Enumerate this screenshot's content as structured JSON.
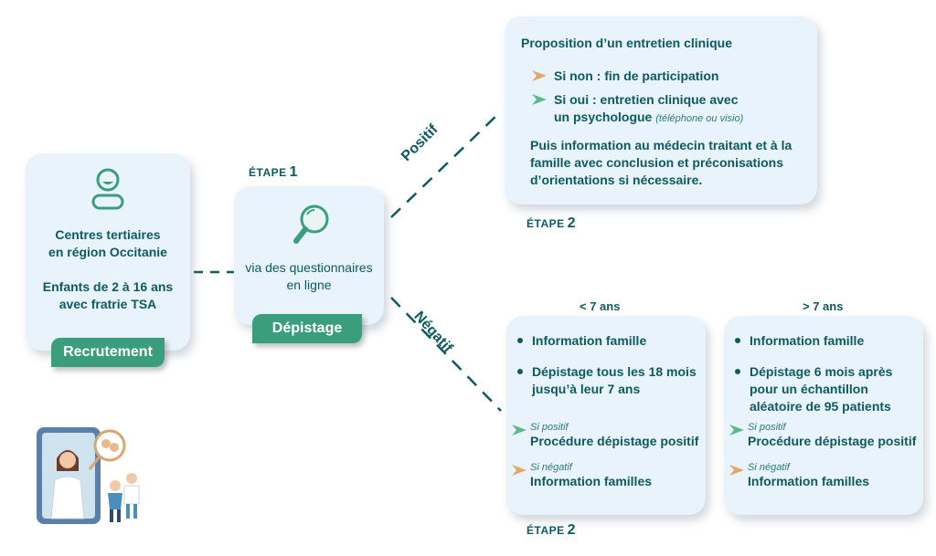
{
  "recruitment": {
    "line1": "Centres tertiaires",
    "line2": "en région Occitanie",
    "line3": "Enfants de 2 à 16 ans",
    "line4": "avec fratrie TSA",
    "tag": "Recrutement"
  },
  "screening": {
    "etape_word": "ÉTAPE",
    "etape_num": "1",
    "line1": "via des questionnaires",
    "line2": "en ligne",
    "tag": "Dépistage"
  },
  "branches": {
    "positive": "Positif",
    "negative": "Négatif"
  },
  "positive_box": {
    "title": "Proposition d’un entretien clinique",
    "no": "Si non : fin de participation",
    "yes_line1": "Si oui : entretien clinique avec",
    "yes_line2": "un psychologue",
    "yes_note": "(téléphone ou visio)",
    "after_line1": "Puis information au médecin traitant et à la",
    "after_line2": "famille avec conclusion  et préconisations",
    "after_line3": "d’orientations si nécessaire.",
    "etape_word": "ÉTAPE",
    "etape_num": "2"
  },
  "under7": {
    "age": "< 7 ans",
    "b1": "Information famille",
    "b2_line1": "Dépistage tous les 18 mois",
    "b2_line2": "jusqu’à leur 7 ans",
    "pos_label": "Si positif",
    "pos_text": "Procédure dépistage positif",
    "neg_label": "Si négatif",
    "neg_text": "Information familles"
  },
  "over7": {
    "age": "> 7 ans",
    "b1": "Information famille",
    "b2_line1": "Dépistage 6 mois après",
    "b2_line2": "pour un échantillon",
    "b2_line3": "aléatoire de 95 patients",
    "pos_label": "Si positif",
    "pos_text": "Procédure dépistage positif",
    "neg_label": "Si négatif",
    "neg_text": "Information familles"
  },
  "negative_etape": {
    "etape_word": "ÉTAPE",
    "etape_num": "2"
  },
  "colors": {
    "teal_dark": "#0e5a5f",
    "green_tag": "#3a9e7d",
    "arrow_orange": "#e0a868",
    "arrow_green": "#5cb88a",
    "card_bg": "#e9f3fb"
  }
}
